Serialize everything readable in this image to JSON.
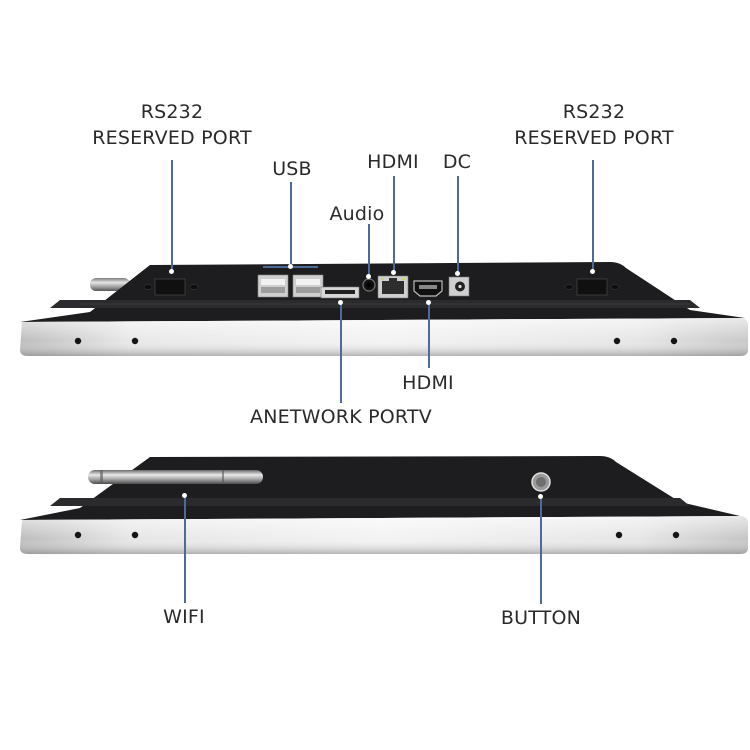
{
  "top_view": {
    "callouts": [
      {
        "id": "rs232-left",
        "line1": "RS232",
        "line2": "RESERVED PORT"
      },
      {
        "id": "usb",
        "label": "USB"
      },
      {
        "id": "audio",
        "label": "Audio"
      },
      {
        "id": "hdmi-top",
        "label": "HDMI"
      },
      {
        "id": "dc",
        "label": "DC"
      },
      {
        "id": "rs232-right",
        "line1": "RS232",
        "line2": "RESERVED PORT"
      },
      {
        "id": "hdmi-bottom",
        "label": "HDMI"
      },
      {
        "id": "network",
        "label": "ANETWORK PORTV"
      }
    ]
  },
  "bottom_view": {
    "callouts": [
      {
        "id": "wifi",
        "label": "WIFI"
      },
      {
        "id": "button",
        "label": "BUTTON"
      }
    ]
  },
  "colors": {
    "leader_line": "#4c6a9a",
    "chassis_dark": "#1d1d1f",
    "bezel_silver": "#d9d9d9",
    "text": "#2a2a2a"
  }
}
